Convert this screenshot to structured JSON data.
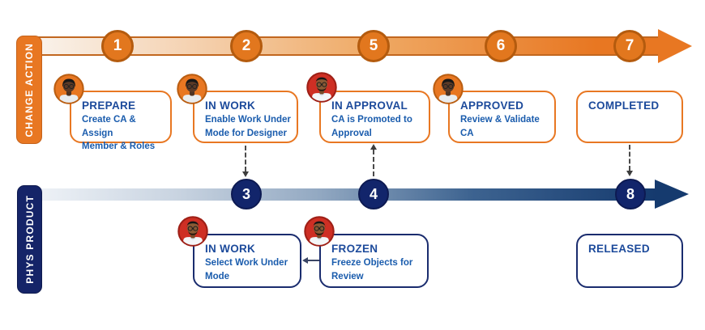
{
  "colors": {
    "orange_accent": "#E87722",
    "orange_dark": "#B45B0E",
    "navy_accent": "#152468",
    "milestone_blue": "#12256B",
    "title_text": "#1C4A9B",
    "desc_text": "#1A5CAD",
    "avatar_orange": "#E87722",
    "avatar_red": "#CE2F24",
    "connector_gray": "#4A4A4A"
  },
  "tracks": [
    {
      "label": "CHANGE ACTION",
      "milestones": [
        "1",
        "2",
        "5",
        "6",
        "7"
      ],
      "stages": [
        {
          "title": "PREPARE",
          "desc": "Create CA & Assign\nMember & Roles",
          "avatar": "woman-orange"
        },
        {
          "title": "IN WORK",
          "desc": "Enable Work Under\nMode for Designer",
          "avatar": "woman-orange"
        },
        {
          "title": "IN APPROVAL",
          "desc": "CA is Promoted to\nApproval",
          "avatar": "man-red"
        },
        {
          "title": "APPROVED",
          "desc": "Review & Validate\nCA",
          "avatar": "woman-orange"
        },
        {
          "title": "COMPLETED",
          "desc": "",
          "avatar": null
        }
      ]
    },
    {
      "label": "PHYS PRODUCT",
      "milestones": [
        "3",
        "4",
        "8"
      ],
      "stages": [
        {
          "title": "IN WORK",
          "desc": "Select Work Under\nMode",
          "avatar": "man-red"
        },
        {
          "title": "FROZEN",
          "desc": "Freeze Objects for\nReview",
          "avatar": "man-red"
        },
        {
          "title": "RELEASED",
          "desc": "",
          "avatar": null
        }
      ]
    }
  ],
  "connectors": [
    {
      "from": "IN WORK (Change Action)",
      "to": "milestone 3",
      "direction": "down"
    },
    {
      "from": "milestone 4",
      "to": "IN APPROVAL (Change Action)",
      "direction": "up"
    },
    {
      "from": "COMPLETED (Change Action)",
      "to": "milestone 8",
      "direction": "down"
    },
    {
      "from": "IN WORK (Phys Product)",
      "to": "FROZEN (Phys Product)",
      "direction": "both"
    }
  ]
}
